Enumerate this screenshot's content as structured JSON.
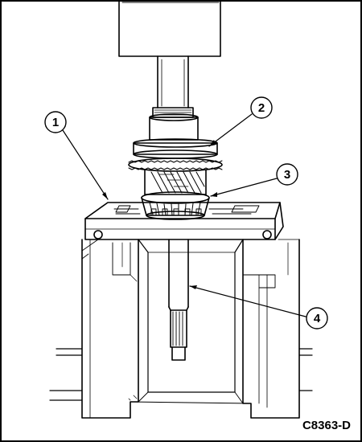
{
  "figure": {
    "code": "C8363-D",
    "callouts": [
      {
        "number": "1"
      },
      {
        "number": "2"
      },
      {
        "number": "3"
      },
      {
        "number": "4"
      }
    ]
  }
}
